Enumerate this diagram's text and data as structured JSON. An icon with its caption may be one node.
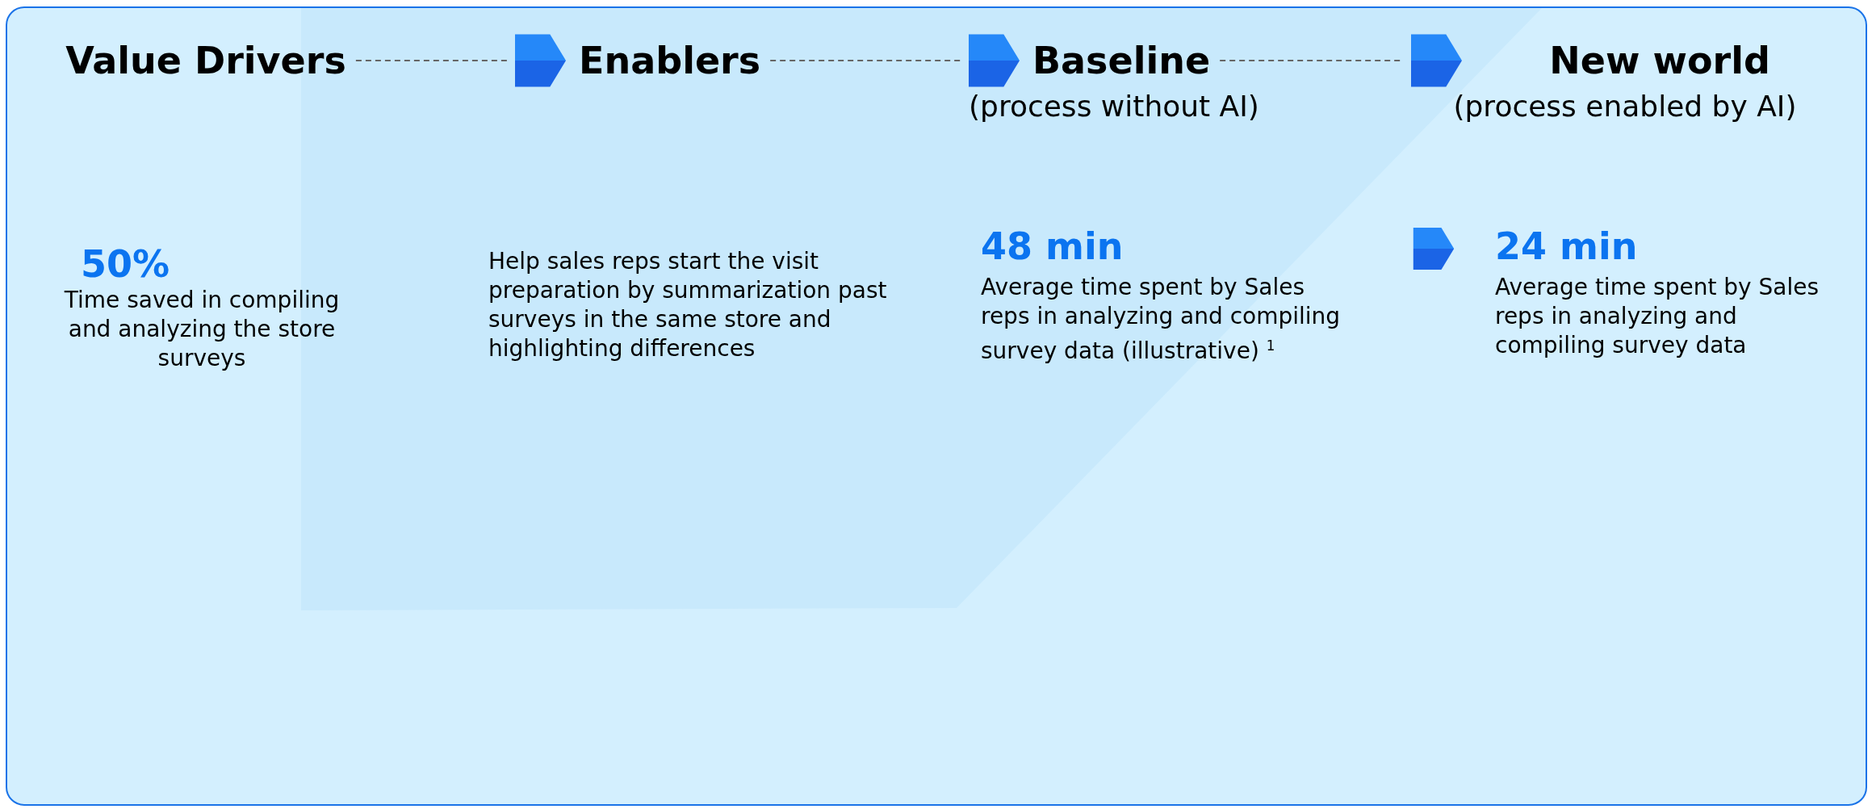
{
  "diagram": {
    "nodes": [
      {
        "text": [
          "Value Drivers"
        ]
      },
      {
        "text": [
          "Enablers"
        ]
      },
      {
        "text": [
          "Baseline",
          "(process without AI)"
        ]
      },
      {
        "text": [
          "New world",
          "(process enabled by AI)"
        ]
      }
    ],
    "edges": [
      {
        "from": 0,
        "to": 1,
        "arrow": "none",
        "style": "dashed"
      },
      {
        "from": 1,
        "to": 2,
        "arrow": "none",
        "style": "dashed"
      },
      {
        "from": 2,
        "to": 3,
        "arrow": "none",
        "style": "dashed"
      }
    ],
    "labels": [
      "50%",
      "Time saved in compiling and analyzing the store surveys",
      "Help sales reps start the visit preparation by summarization past surveys in the same store and highlighting differences",
      "48 min",
      "Average time spent by Sales reps in analyzing and compiling survey data (illustrative) $^{1}$",
      "24 min",
      "Average time spent by Sales reps in analyzing and compiling survey data"
    ]
  }
}
